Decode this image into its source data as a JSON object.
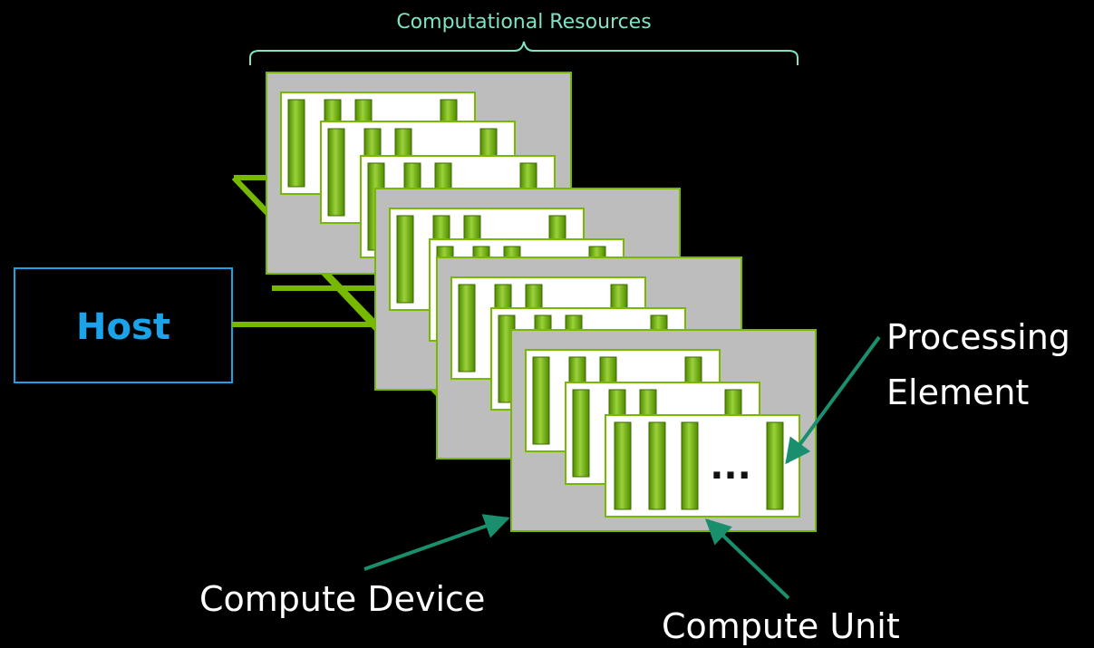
{
  "brace_label": "Computational Resources",
  "host_label": "Host",
  "labels": {
    "processing_element_line1": "Processing",
    "processing_element_line2": "Element",
    "compute_device": "Compute Device",
    "compute_unit": "Compute Unit",
    "ellipsis": "..."
  },
  "colors": {
    "background": "#000000",
    "brace": "#7fe3c6",
    "host_text": "#1aa3e8",
    "host_border": "#1aa3e8",
    "bus": "#76b900",
    "device_fill": "#bdbdbd",
    "unit_fill": "#ffffff",
    "pe_fill": "#76b900",
    "arrow": "#1a8f6e",
    "label_text": "#ffffff"
  },
  "icons": [
    "arrow-icon",
    "brace-icon"
  ]
}
